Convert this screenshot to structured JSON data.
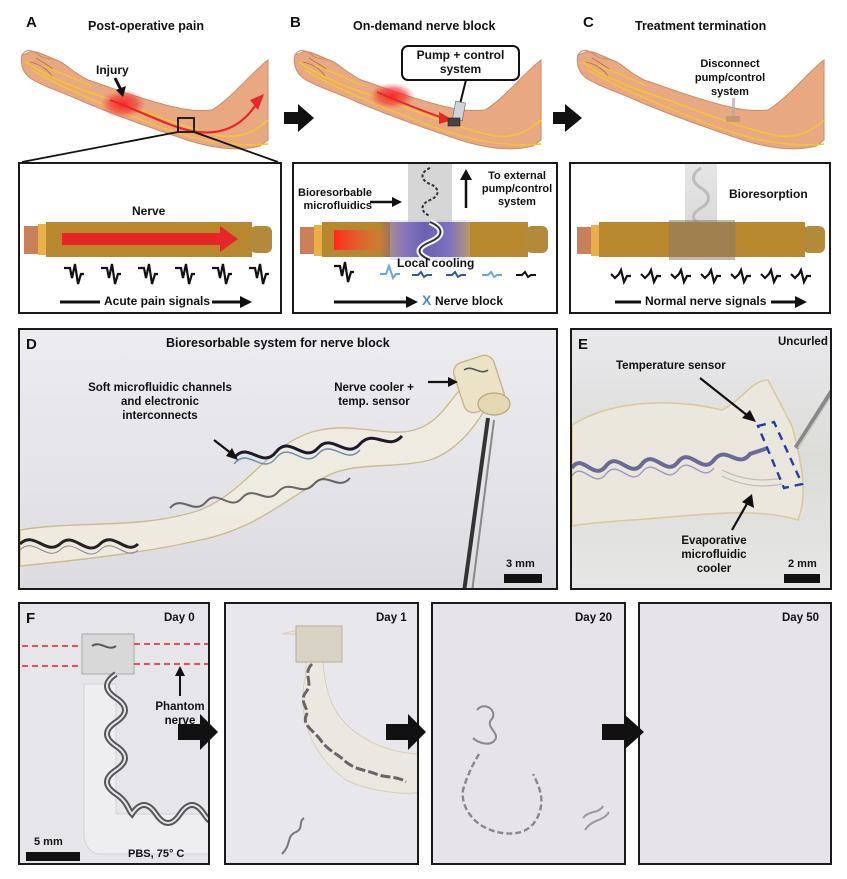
{
  "figure": {
    "panels": {
      "A": {
        "letter": "A",
        "title": "Post-operative pain",
        "injury_label": "Injury",
        "nerve_label": "Nerve",
        "signal_label": "Acute pain signals"
      },
      "B": {
        "letter": "B",
        "title": "On-demand nerve block",
        "pump_label": "Pump + control system",
        "pump_line1": "Pump + control",
        "pump_line2": "system",
        "microfluidics_line1": "Bioresorbable",
        "microfluidics_line2": "microfluidics",
        "external_line1": "To external",
        "external_line2": "pump/control",
        "external_line3": "system",
        "cooling_label": "Local cooling",
        "block_label": "Nerve block",
        "block_mark": "X"
      },
      "C": {
        "letter": "C",
        "title": "Treatment termination",
        "disconnect_line1": "Disconnect",
        "disconnect_line2": "pump/control",
        "disconnect_line3": "system",
        "bioresorption_label": "Bioresorption",
        "signal_label": "Normal nerve signals"
      },
      "D": {
        "letter": "D",
        "title": "Bioresorbable system for nerve block",
        "channels_line1": "Soft microfluidic channels",
        "channels_line2": "and electronic",
        "channels_line3": "interconnects",
        "cooler_line1": "Nerve cooler +",
        "cooler_line2": "temp. sensor",
        "scale": "3 mm"
      },
      "E": {
        "letter": "E",
        "title": "Uncurled",
        "sensor_label": "Temperature sensor",
        "cooler_line1": "Evaporative",
        "cooler_line2": "microfluidic",
        "cooler_line3": "cooler",
        "scale": "2 mm"
      },
      "F": {
        "letter": "F",
        "frames": [
          {
            "day": "Day 0"
          },
          {
            "day": "Day 1"
          },
          {
            "day": "Day 20"
          },
          {
            "day": "Day 50"
          }
        ],
        "phantom_line1": "Phantom",
        "phantom_line2": "nerve",
        "condition": "PBS, 75° C",
        "scale": "5 mm"
      }
    },
    "colors": {
      "skin": "#e8a982",
      "skin_outline": "#c98a66",
      "nerve_yellow": "#f4c531",
      "pain_red": "#e8262a",
      "nerve_tube": "#b8882e",
      "cooling_blue": "#4a3fb0",
      "signal_light_blue": "#6aa6dc",
      "signal_dark_blue": "#2c5aa8",
      "box_dashed_blue": "#1f3fa0",
      "phantom_red": "#e02030",
      "photo_bg": "#e4e4e8"
    }
  }
}
